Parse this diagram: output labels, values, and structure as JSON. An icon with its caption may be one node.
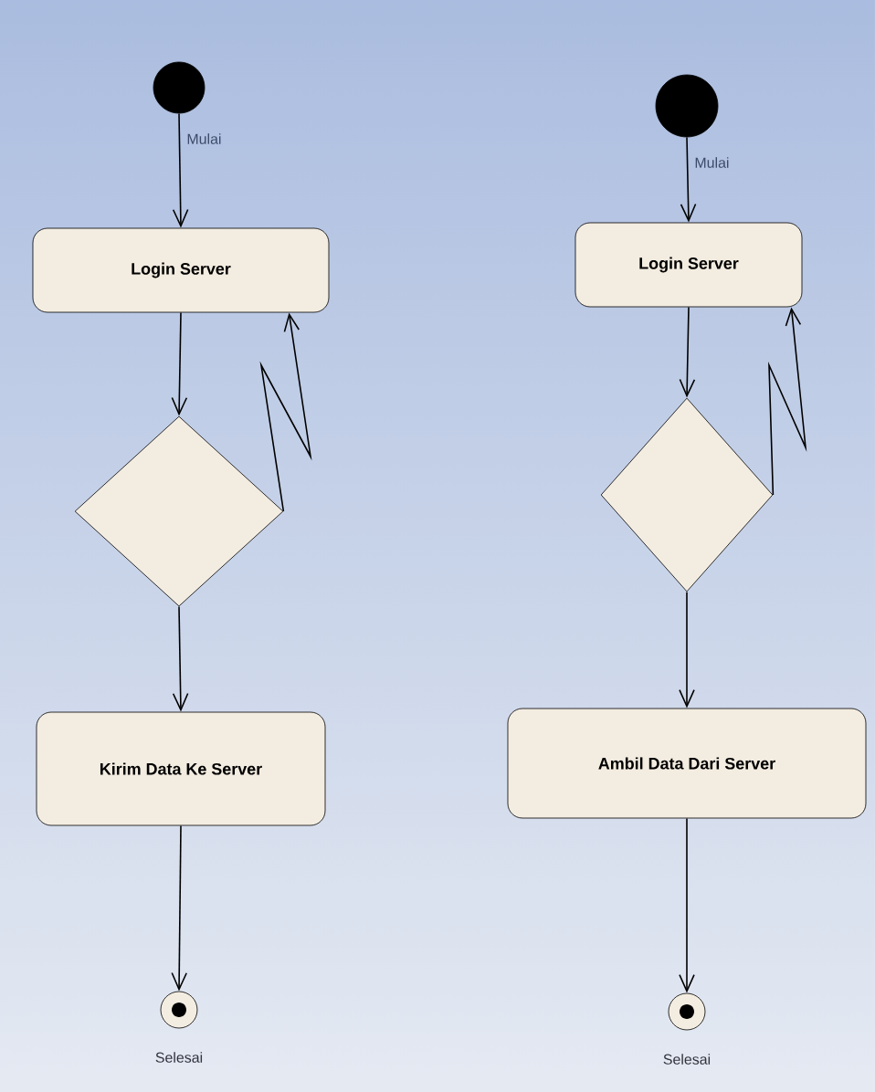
{
  "diagram": {
    "nodes": [
      {
        "text": [],
        "shape": "circle",
        "beside": [
          "Mulai"
        ]
      },
      {
        "text": [
          "Login Server"
        ]
      },
      {
        "text": [],
        "shape": "diamond"
      },
      {
        "text": [
          "Kirim Data Ke Server"
        ]
      },
      {
        "text": [],
        "shape": "bullseye",
        "beside": [
          "Selesai"
        ]
      },
      {
        "text": [],
        "shape": "circle",
        "beside": [
          "Mulai"
        ]
      },
      {
        "text": [
          "Login Server"
        ]
      },
      {
        "text": [],
        "shape": "diamond"
      },
      {
        "text": [
          "Ambil Data Dari Server"
        ]
      },
      {
        "text": [],
        "shape": "bullseye",
        "beside": [
          "Selesai"
        ]
      }
    ],
    "edges": [
      {
        "from": 0,
        "to": 1,
        "arrow": "to"
      },
      {
        "from": 1,
        "to": 2,
        "arrow": "to"
      },
      {
        "from": 2,
        "to": 1,
        "arrow": "to"
      },
      {
        "from": 2,
        "to": 3,
        "arrow": "to"
      },
      {
        "from": 3,
        "to": 4,
        "arrow": "to"
      },
      {
        "from": 5,
        "to": 6,
        "arrow": "to"
      },
      {
        "from": 6,
        "to": 7,
        "arrow": "to"
      },
      {
        "from": 7,
        "to": 6,
        "arrow": "to"
      },
      {
        "from": 7,
        "to": 8,
        "arrow": "to"
      },
      {
        "from": 8,
        "to": 9,
        "arrow": "to"
      }
    ]
  }
}
